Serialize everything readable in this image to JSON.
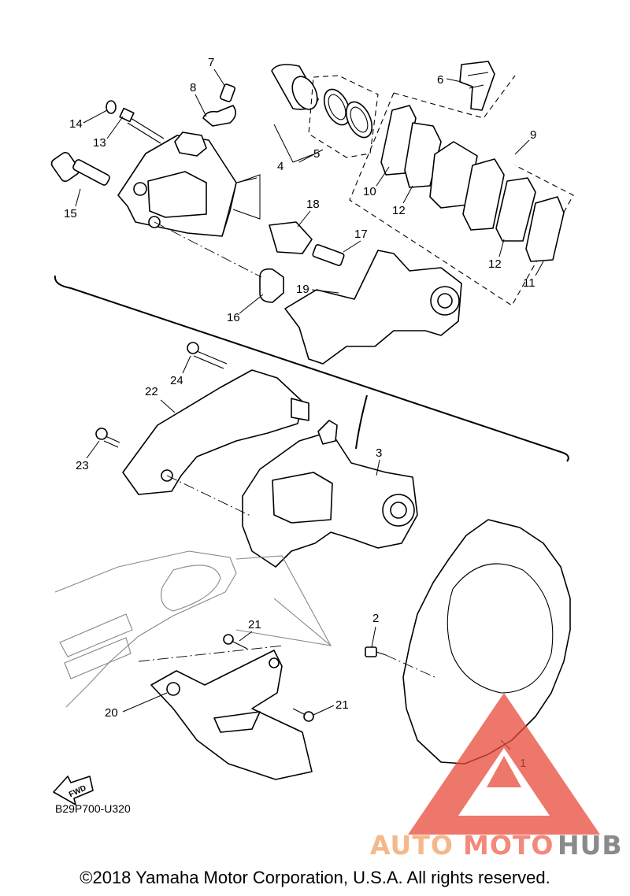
{
  "callouts": [
    "1",
    "2",
    "3",
    "4",
    "5",
    "6",
    "7",
    "8",
    "9",
    "10",
    "11",
    "12",
    "12",
    "13",
    "14",
    "15",
    "16",
    "17",
    "18",
    "19",
    "20",
    "21",
    "21",
    "22",
    "23",
    "24"
  ],
  "fwd_label": "FWD",
  "diagram_code": "B29P700-U320",
  "watermark": {
    "part1": "AUTO",
    "part2": "MOTO",
    "part3": "HUB",
    "color_auto": "#f5b88a",
    "color_moto": "#f2897a",
    "color_hub": "#8a8a8a",
    "logo_color": "#e84a3a"
  },
  "copyright": "©2018 Yamaha Motor Corporation, U.S.A. All rights reserved."
}
